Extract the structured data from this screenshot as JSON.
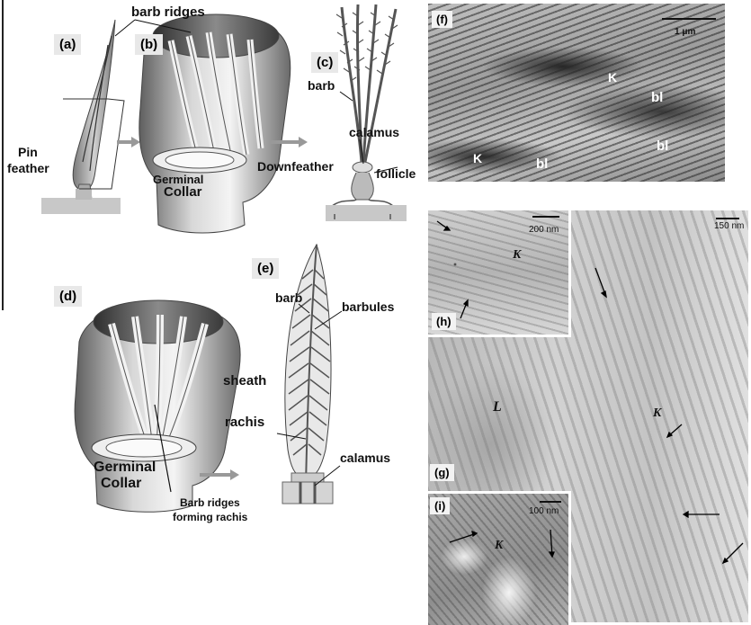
{
  "panels": {
    "a": "(a)",
    "b": "(b)",
    "c": "(c)",
    "d": "(d)",
    "e": "(e)",
    "f": "(f)",
    "g": "(g)",
    "h": "(h)",
    "i": "(i)"
  },
  "labels": {
    "barb_ridges": "barb ridges",
    "pin_line1": "Pin",
    "pin_line2": "feather",
    "germinal_line1": "Germinal",
    "collar": "Collar",
    "barb": "barb",
    "calamus": "calamus",
    "downfeather": "Downfeather",
    "follicle": "follicle",
    "barb_e": "barb",
    "barbules": "barbules",
    "sheath": "sheath",
    "rachis": "rachis",
    "calamus_e": "calamus",
    "germinal_d_line1": "Germinal",
    "collar_d": "Collar",
    "barb_ridges_rachis_line1": "Barb ridges",
    "barb_ridges_rachis_line2": "forming rachis"
  },
  "micrographs": {
    "f": {
      "scale": "1 μm",
      "k": "K",
      "bl1": "bl",
      "bl2": "bl",
      "bl3": "bl",
      "k2": "K"
    },
    "g": {
      "scale": "150 nm",
      "k": "K",
      "l": "L"
    },
    "h": {
      "scale": "200 nm",
      "k": "K"
    },
    "i": {
      "scale": "100 nm",
      "k": "K"
    }
  },
  "colors": {
    "ink": "#111111",
    "em_dark": "#3a3a3a",
    "em_light": "#d8d8d8",
    "diagram_grey": "#9a9a9a"
  }
}
